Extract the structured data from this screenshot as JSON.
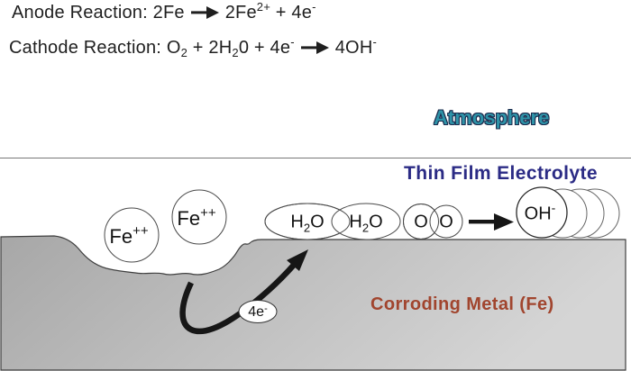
{
  "reactions": {
    "anode": {
      "label": "Anode Reaction:",
      "lhs": " 2Fe",
      "rhs_base": "2Fe",
      "rhs_sup": "2+",
      "rhs_tail": " + 4e",
      "tail_sup": "-"
    },
    "cathode": {
      "label": "Cathode Reaction:",
      "o_base": " O",
      "o_sub": "2",
      "seg_h": " + 2H",
      "h_sub": "2",
      "seg_e": "0 + 4e",
      "e_sup": "-",
      "rhs_base": "4OH",
      "rhs_sup": "-"
    }
  },
  "labels": {
    "atmosphere": "Atmosphere",
    "electrolyte": "Thin Film Electrolyte",
    "metal": "Corroding Metal (Fe)"
  },
  "molecules": {
    "fe1": {
      "base": "Fe",
      "sup": "++"
    },
    "fe2": {
      "base": "Fe",
      "sup": "++"
    },
    "h2o1": {
      "pre": "H",
      "sub": "2",
      "post": "O"
    },
    "h2o2": {
      "pre": "H",
      "sub": "2",
      "post": "O"
    },
    "o1": "O",
    "o2": "O",
    "oh": {
      "base": "OH",
      "sup": "-"
    },
    "electrons": {
      "base": "4e",
      "sup": "-"
    }
  },
  "icons": {
    "anode_reaction_arrow": "solid-right-arrow",
    "cathode_reaction_arrow": "solid-right-arrow",
    "electrolyte_flow_arrow": "solid-right-arrow",
    "electron_path_arrow": "curved-arrow-up-right"
  },
  "colors": {
    "atmosphere_fill": "#2e93a8",
    "atmosphere_outline": "#1d2c4e",
    "electrolyte_text": "#2b2b85",
    "metal_text": "#a1452e",
    "metal_gray_dark": "#a9a9a9",
    "metal_gray_light": "#d4d4d4",
    "reaction_text": "#1f1f1f",
    "background": "#ffffff"
  }
}
